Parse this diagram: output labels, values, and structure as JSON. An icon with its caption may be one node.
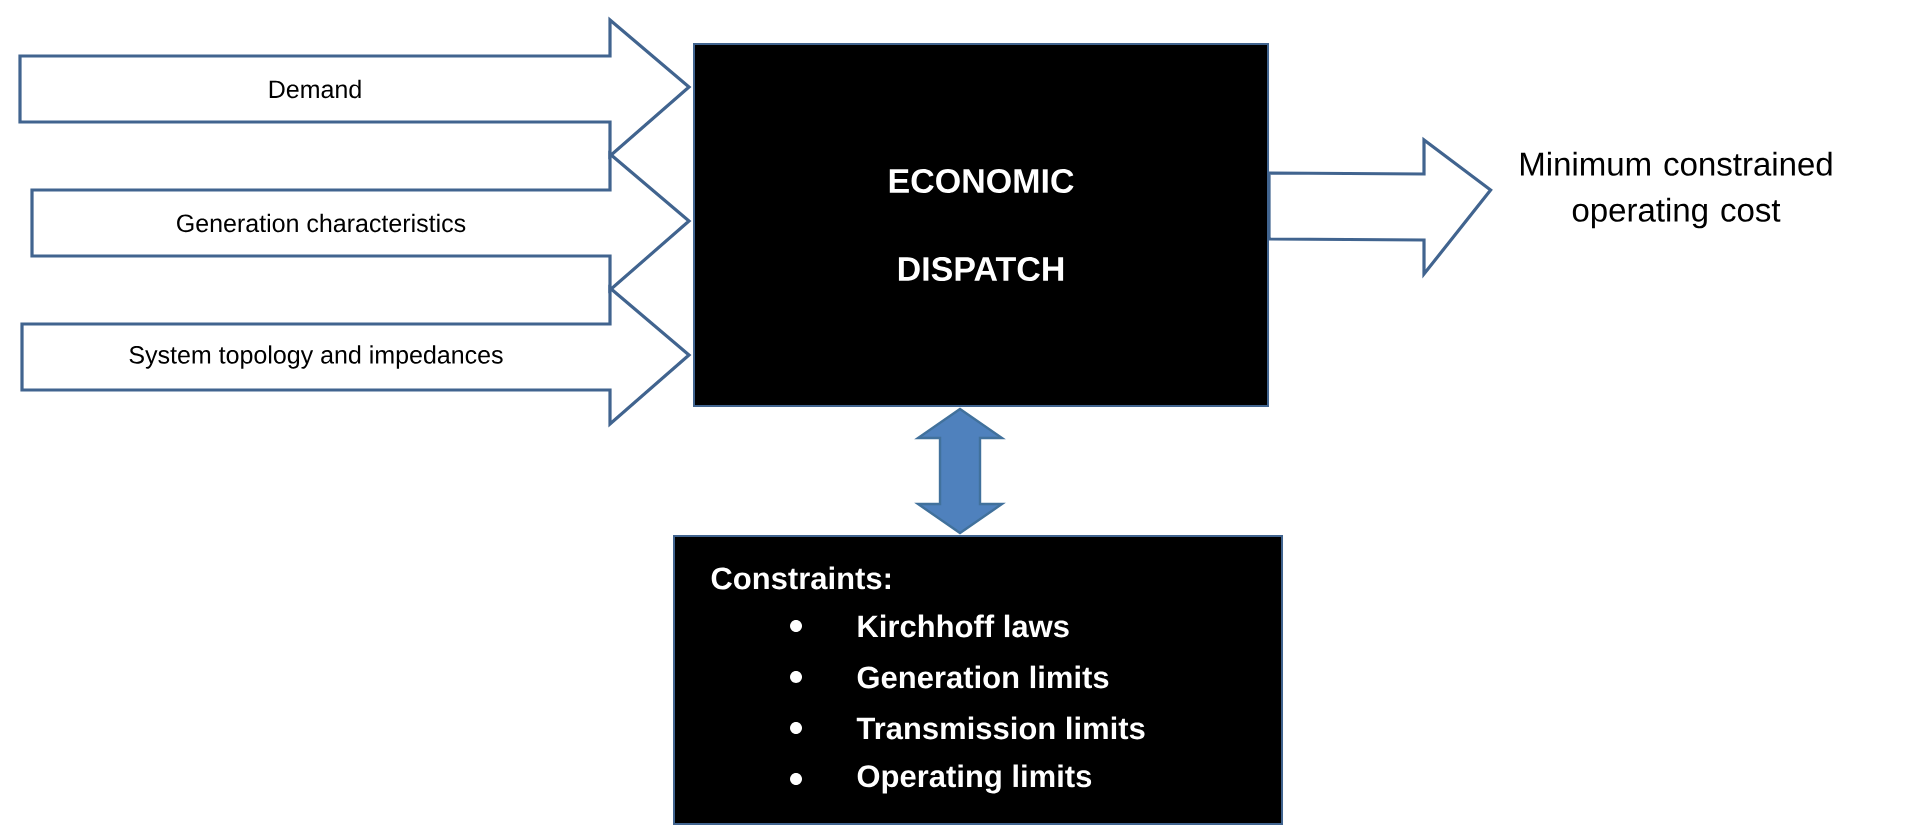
{
  "diagram": {
    "nodes": [
      {
        "text": [
          "ECONOMIC DISPATCH"
        ]
      },
      {
        "text": [
          "Minimum constrained operating cost"
        ]
      },
      {
        "text": [
          "Constraints:",
          "Kirchhoff laws",
          "Generation limits",
          "Transmission limits",
          "Operating limits"
        ]
      }
    ],
    "edges": [
      {
        "from": null,
        "to": 0,
        "arrow": "to",
        "label": "Demand"
      },
      {
        "from": null,
        "to": 0,
        "arrow": "to",
        "label": "Generation characteristics"
      },
      {
        "from": null,
        "to": 0,
        "arrow": "to",
        "label": "System topology and impedances"
      },
      {
        "from": 0,
        "to": 1,
        "arrow": "to"
      },
      {
        "from": 0,
        "to": 2,
        "arrow": "both",
        "color": "#4f81bd"
      }
    ]
  }
}
